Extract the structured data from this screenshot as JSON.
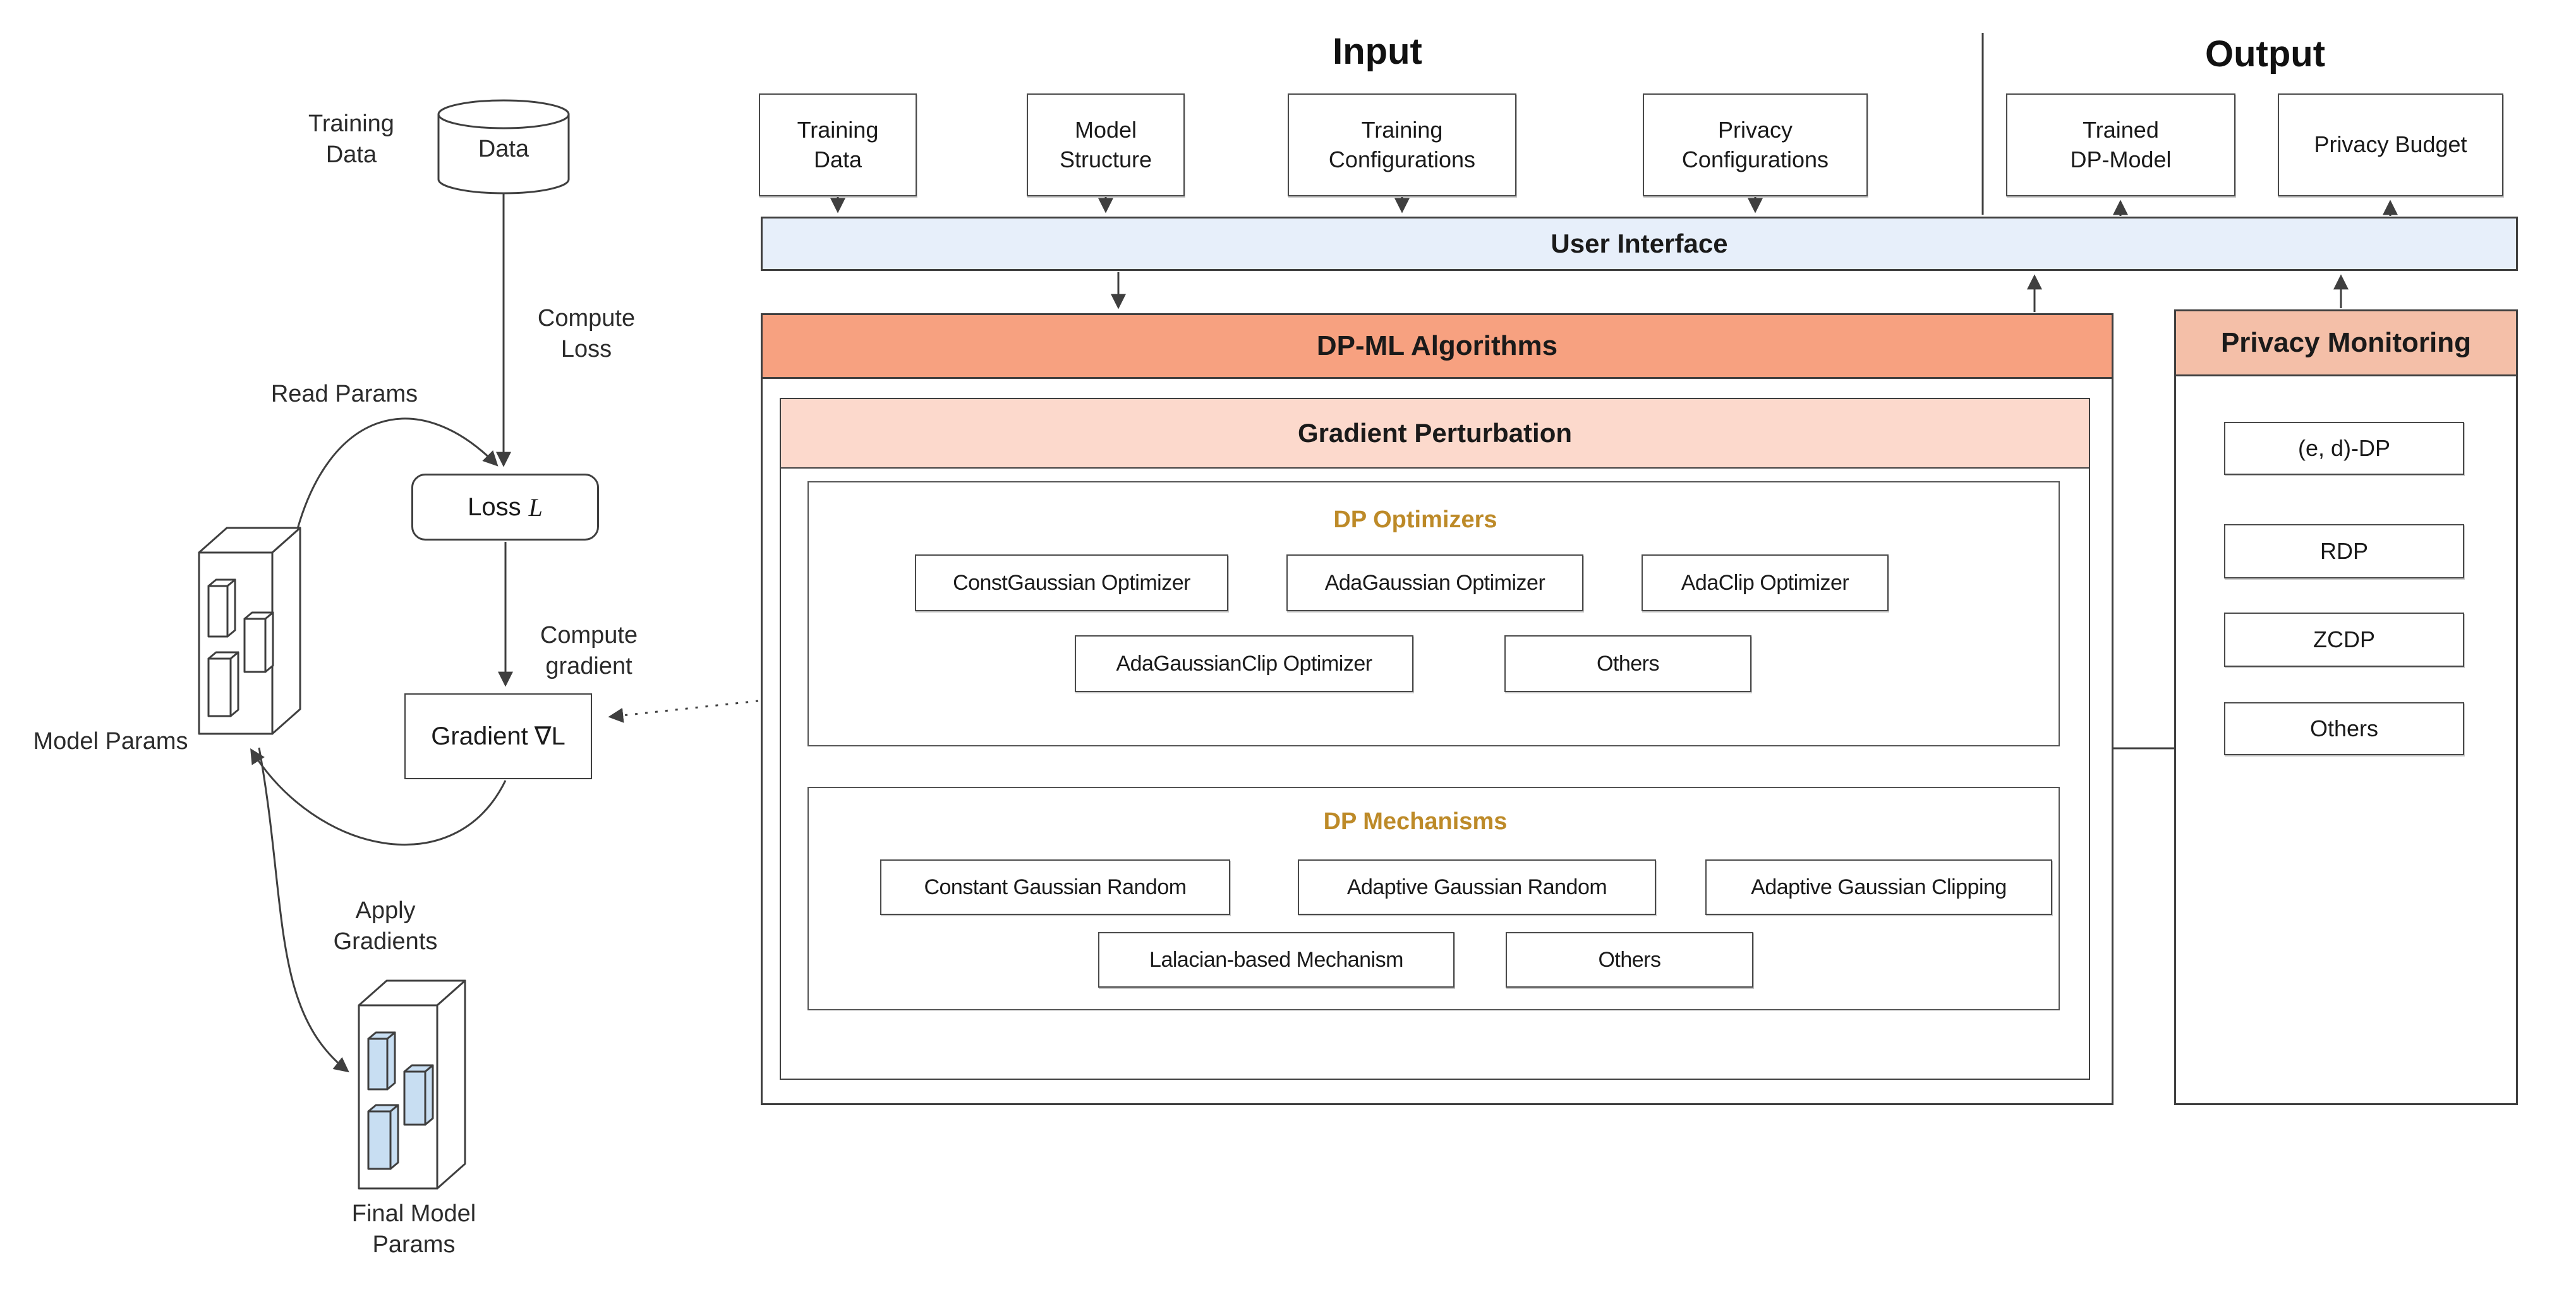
{
  "left_flow": {
    "training_data_label": "Training Data",
    "cylinder_label": "Data",
    "compute_loss_label": "Compute Loss",
    "read_params_label": "Read Params",
    "loss_node": {
      "prefix": "Loss",
      "symbol": "L"
    },
    "compute_gradient_label": "Compute gradient",
    "gradient_node": {
      "prefix": "Gradient",
      "symbol": "∇L"
    },
    "model_params_label": "Model Params",
    "apply_gradients_label": "Apply Gradients",
    "final_model_params_label": "Final Model Params"
  },
  "input": {
    "title": "Input",
    "boxes": [
      "Training Data",
      "Model Structure",
      "Training Configurations",
      "Privacy Configurations"
    ]
  },
  "output": {
    "title": "Output",
    "boxes": [
      "Trained DP-Model",
      "Privacy Budget"
    ]
  },
  "user_interface": {
    "label": "User Interface"
  },
  "dpml": {
    "title": "DP-ML Algorithms",
    "gradient_perturbation_title": "Gradient Perturbation",
    "dp_optimizers": {
      "title": "DP Optimizers",
      "row1": [
        "ConstGaussian Optimizer",
        "AdaGaussian Optimizer",
        "AdaClip Optimizer"
      ],
      "row2": [
        "AdaGaussianClip Optimizer",
        "Others"
      ]
    },
    "dp_mechanisms": {
      "title": "DP Mechanisms",
      "row1": [
        "Constant Gaussian Random",
        "Adaptive Gaussian Random",
        "Adaptive Gaussian Clipping"
      ],
      "row2": [
        "Lalacian-based Mechanism",
        "Others"
      ]
    }
  },
  "privacy_monitoring": {
    "title": "Privacy Monitoring",
    "boxes": [
      "(e, d)-DP",
      "RDP",
      "ZCDP",
      "Others"
    ]
  },
  "colors": {
    "dpml_header": "#f7a180",
    "gradient_perturbation_header": "#fcd9cc",
    "privacy_monitoring_header": "#f4bfa8",
    "user_interface_bar": "#e7effa",
    "section_title_gold": "#bd8a28",
    "final_params_fill": "#c8def2",
    "line_color": "#3f3f3f"
  }
}
